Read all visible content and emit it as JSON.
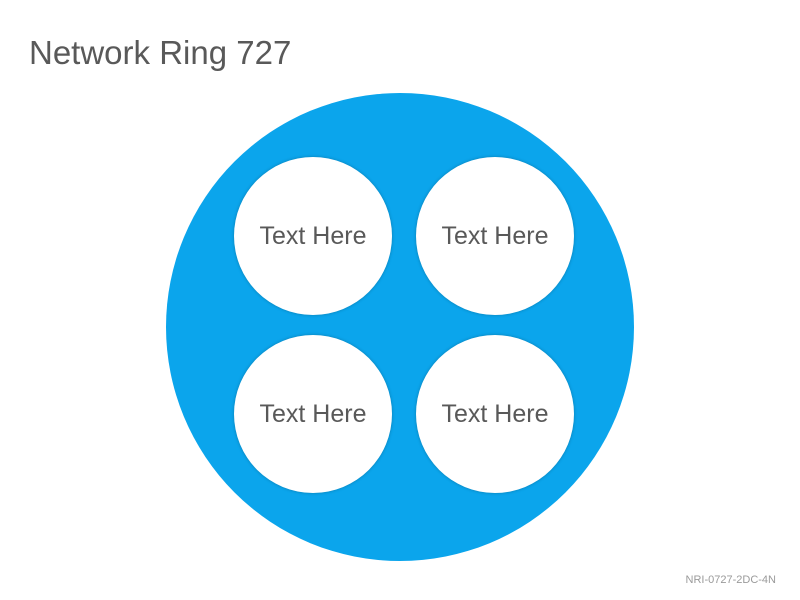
{
  "page": {
    "title": "Network Ring 727",
    "footer_code": "NRI-0727-2DC-4N"
  },
  "colors": {
    "ring_fill": "#0ba5ec",
    "node_fill": "#ffffff",
    "text": "#595959"
  },
  "ring": {
    "nodes": [
      {
        "label": "Text Here"
      },
      {
        "label": "Text Here"
      },
      {
        "label": "Text Here"
      },
      {
        "label": "Text Here"
      }
    ]
  }
}
